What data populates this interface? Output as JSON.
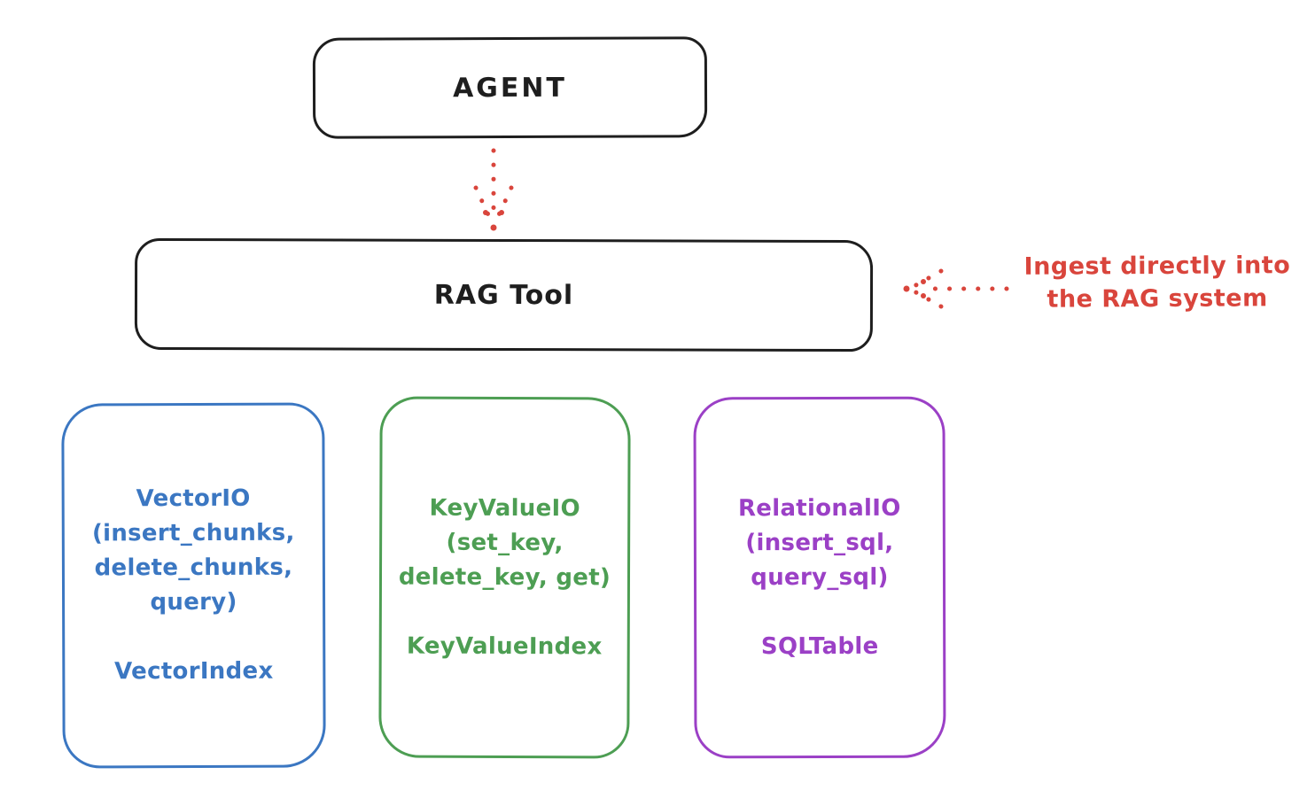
{
  "diagram": {
    "nodes": {
      "agent": {
        "label": "AGENT"
      },
      "rag_tool": {
        "label": "RAG Tool"
      },
      "vector_io": {
        "title_lines": [
          "VectorIO",
          "(insert_chunks,",
          "delete_chunks,",
          "query)"
        ],
        "index_label": "VectorIndex",
        "color": "#3b77c2"
      },
      "key_value_io": {
        "title_lines": [
          "KeyValueIO",
          "(set_key,",
          "delete_key, get)"
        ],
        "index_label": "KeyValueIndex",
        "color": "#4d9e53"
      },
      "relational_io": {
        "title_lines": [
          "RelationalIO",
          "(insert_sql,",
          "query_sql)"
        ],
        "index_label": "SQLTable",
        "color": "#9b40c6"
      }
    },
    "annotation": {
      "lines": [
        "Ingest directly into",
        "the RAG system"
      ],
      "color": "#d9453c"
    },
    "colors": {
      "node_stroke": "#1e1e1e",
      "background": "#ffffff",
      "arrow": "#d9453c"
    }
  }
}
